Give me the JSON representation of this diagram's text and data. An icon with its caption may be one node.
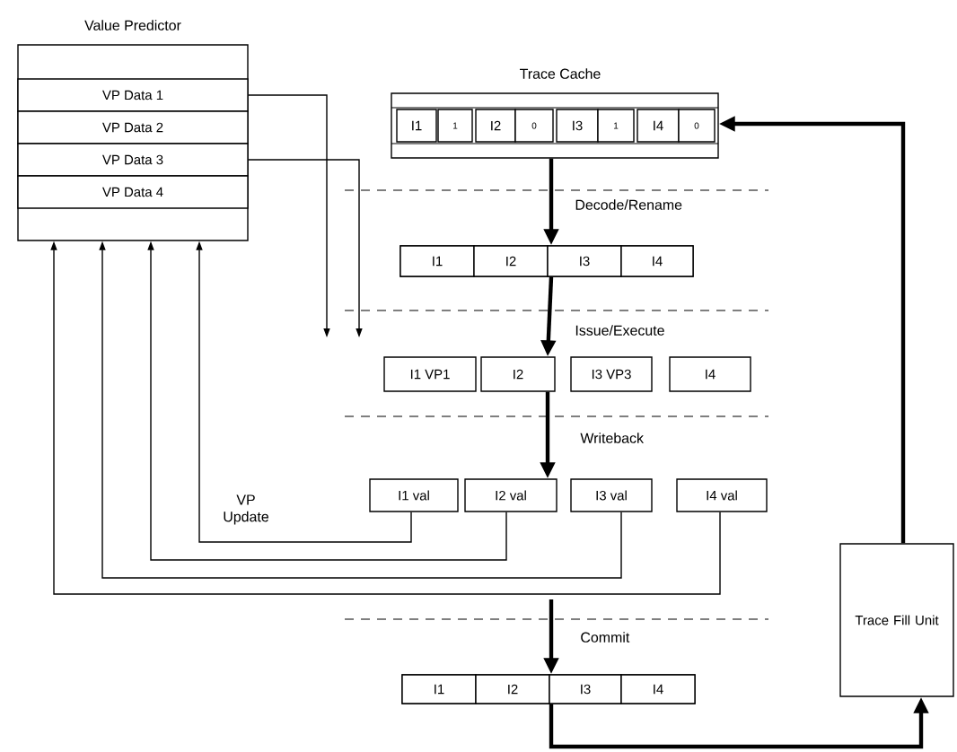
{
  "diagram": {
    "nodes": [
      {
        "text": [
          "Value Predictor"
        ]
      },
      {
        "text": [
          "VP Data 1"
        ],
        "in": 0
      },
      {
        "text": [
          "VP Data 2"
        ],
        "in": 0
      },
      {
        "text": [
          "VP Data 3"
        ],
        "in": 0
      },
      {
        "text": [
          "VP Data 4"
        ],
        "in": 0
      },
      {
        "text": [
          "Trace Cache"
        ]
      },
      {
        "text": [
          "I1"
        ],
        "in": 5
      },
      {
        "text": [
          "1"
        ],
        "in": 5
      },
      {
        "text": [
          "I2"
        ],
        "in": 5
      },
      {
        "text": [
          "0"
        ],
        "in": 5
      },
      {
        "text": [
          "I3"
        ],
        "in": 5
      },
      {
        "text": [
          "1"
        ],
        "in": 5
      },
      {
        "text": [
          "I4"
        ],
        "in": 5
      },
      {
        "text": [
          "0"
        ],
        "in": 5
      },
      {
        "text": [],
        "shape": "box"
      },
      {
        "text": [
          "I1"
        ],
        "in": 14
      },
      {
        "text": [
          "I2"
        ],
        "in": 14
      },
      {
        "text": [
          "I3"
        ],
        "in": 14
      },
      {
        "text": [
          "I4"
        ],
        "in": 14
      },
      {
        "text": [
          "I1 VP1"
        ]
      },
      {
        "text": [
          "I2"
        ]
      },
      {
        "text": [
          "I3 VP3"
        ]
      },
      {
        "text": [
          "I4"
        ]
      },
      {
        "text": [
          "I1 val"
        ]
      },
      {
        "text": [
          "I2 val"
        ]
      },
      {
        "text": [
          "I3 val"
        ]
      },
      {
        "text": [
          "I4 val"
        ]
      },
      {
        "text": [],
        "shape": "box"
      },
      {
        "text": [
          "I1"
        ],
        "in": 27
      },
      {
        "text": [
          "I2"
        ],
        "in": 27
      },
      {
        "text": [
          "I3"
        ],
        "in": 27
      },
      {
        "text": [
          "I4"
        ],
        "in": 27
      },
      {
        "text": [
          "Trace Fill Unit"
        ]
      }
    ],
    "edges": [
      {
        "from": 5,
        "to": 14,
        "arrow": "to",
        "style": "thick"
      },
      {
        "from": 14,
        "to": 20,
        "arrow": "to",
        "style": "thick"
      },
      {
        "from": 20,
        "to": 24,
        "arrow": "to",
        "style": "thick"
      },
      {
        "from": null,
        "to": 27,
        "arrow": "to",
        "style": "thick"
      },
      {
        "from": 1,
        "to": null,
        "arrow": "to"
      },
      {
        "from": 3,
        "to": null,
        "arrow": "to"
      },
      {
        "from": 23,
        "to": 0,
        "arrow": "to"
      },
      {
        "from": 24,
        "to": 0,
        "arrow": "to"
      },
      {
        "from": 25,
        "to": 0,
        "arrow": "to"
      },
      {
        "from": 26,
        "to": 0,
        "arrow": "to"
      },
      {
        "from": 27,
        "to": 32,
        "arrow": "to",
        "style": "thick"
      },
      {
        "from": 32,
        "to": 5,
        "arrow": "to",
        "style": "thick"
      }
    ],
    "labels": [
      "Decode/Rename",
      "Issue/Execute",
      "Writeback",
      "VP Update",
      "Commit"
    ]
  }
}
